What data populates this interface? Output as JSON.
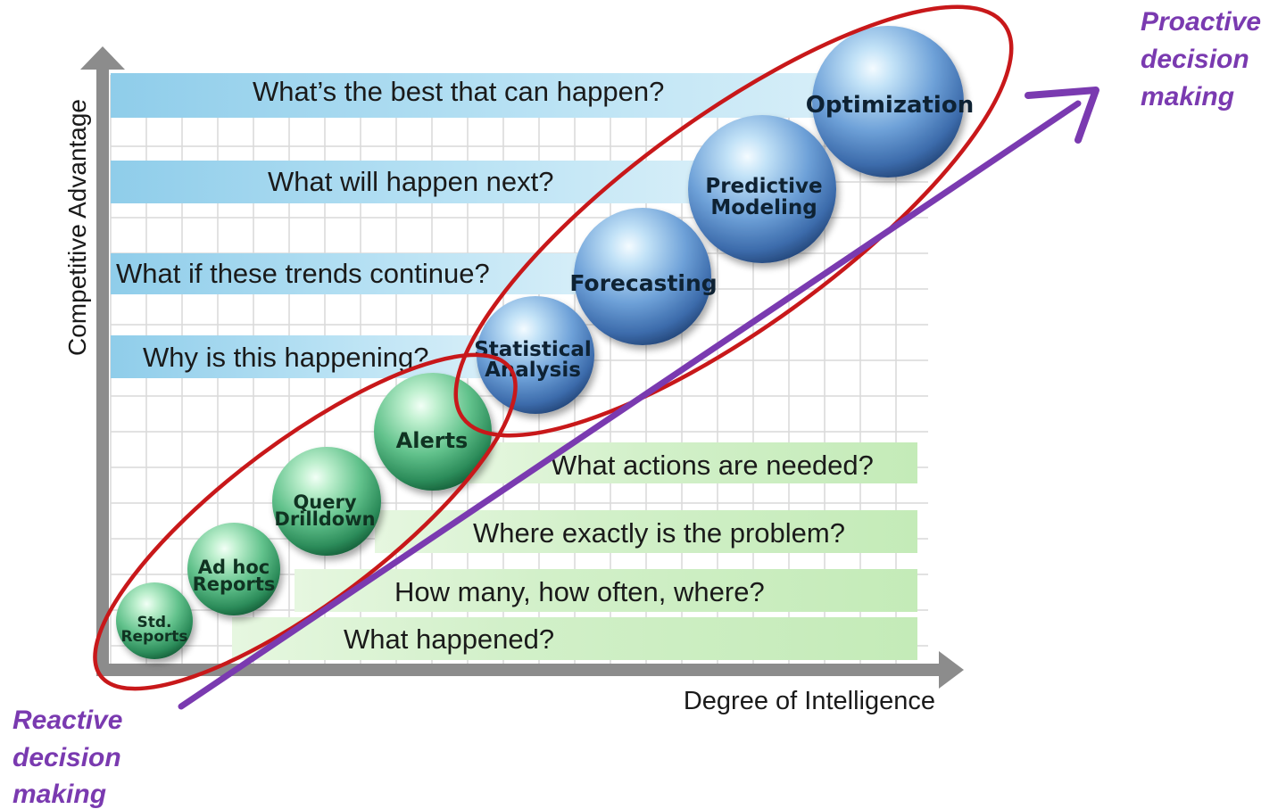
{
  "axes": {
    "y_label": "Competitive Advantage",
    "x_label": "Degree of Intelligence"
  },
  "corner_labels": {
    "proactive": [
      "Proactive",
      "decision",
      "making"
    ],
    "reactive": [
      "Reactive",
      "decision",
      "making"
    ]
  },
  "questions_blue": [
    "What’s the best that can happen?",
    "What will happen next?",
    "What if these trends continue?",
    "Why is this happening?"
  ],
  "questions_green": [
    "What actions are needed?",
    "Where exactly is the problem?",
    "How many, how often, where?",
    "What happened?"
  ],
  "spheres": {
    "std_reports": [
      "Std.",
      "Reports"
    ],
    "ad_hoc_reports": [
      "Ad hoc",
      "Reports"
    ],
    "query_drilldown": [
      "Query",
      "Drilldown"
    ],
    "alerts": [
      "Alerts"
    ],
    "statistical_analysis": [
      "Statistical",
      "Analysis"
    ],
    "forecasting": [
      "Forecasting"
    ],
    "predictive_modeling": [
      "Predictive",
      "Modeling"
    ],
    "optimization": [
      "Optimization"
    ]
  },
  "colors": {
    "blue_band": "#a9d8ef",
    "green_band": "#cdeec4",
    "red_ellipse": "#c8181a",
    "purple_arrow": "#7a3ab0",
    "axis": "#8c8c8c"
  }
}
